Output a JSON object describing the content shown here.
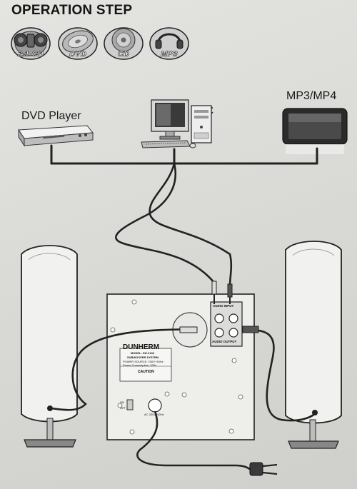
{
  "header": {
    "title": "OPERATION STEP"
  },
  "modes": [
    {
      "label": "2.1 CH",
      "icon": "speaker-pair-icon"
    },
    {
      "label": "DVD",
      "icon": "dvd-disc-icon"
    },
    {
      "label": "CD",
      "icon": "cd-disc-icon"
    },
    {
      "label": "MP3",
      "icon": "headphones-icon"
    }
  ],
  "sources": {
    "dvd_label": "DVD Player",
    "pc_label": "PC",
    "mp3_label": "MP3/MP4"
  },
  "subwoofer_panel": {
    "brand": "DUNHERM",
    "model": "MODEL: DH-2133",
    "system": "SUBWOOFER SYSTEM",
    "power_source": "POWER SOURCE: 230V~50Hz",
    "consumption": "Power Consumption: 32W",
    "caution": "CAUTION",
    "input_label": "AUDIO INPUT",
    "output_label": "AUDIO OUTPUT",
    "on": "ON",
    "off": "OFF",
    "ac": "AC 230V~50Hz"
  }
}
